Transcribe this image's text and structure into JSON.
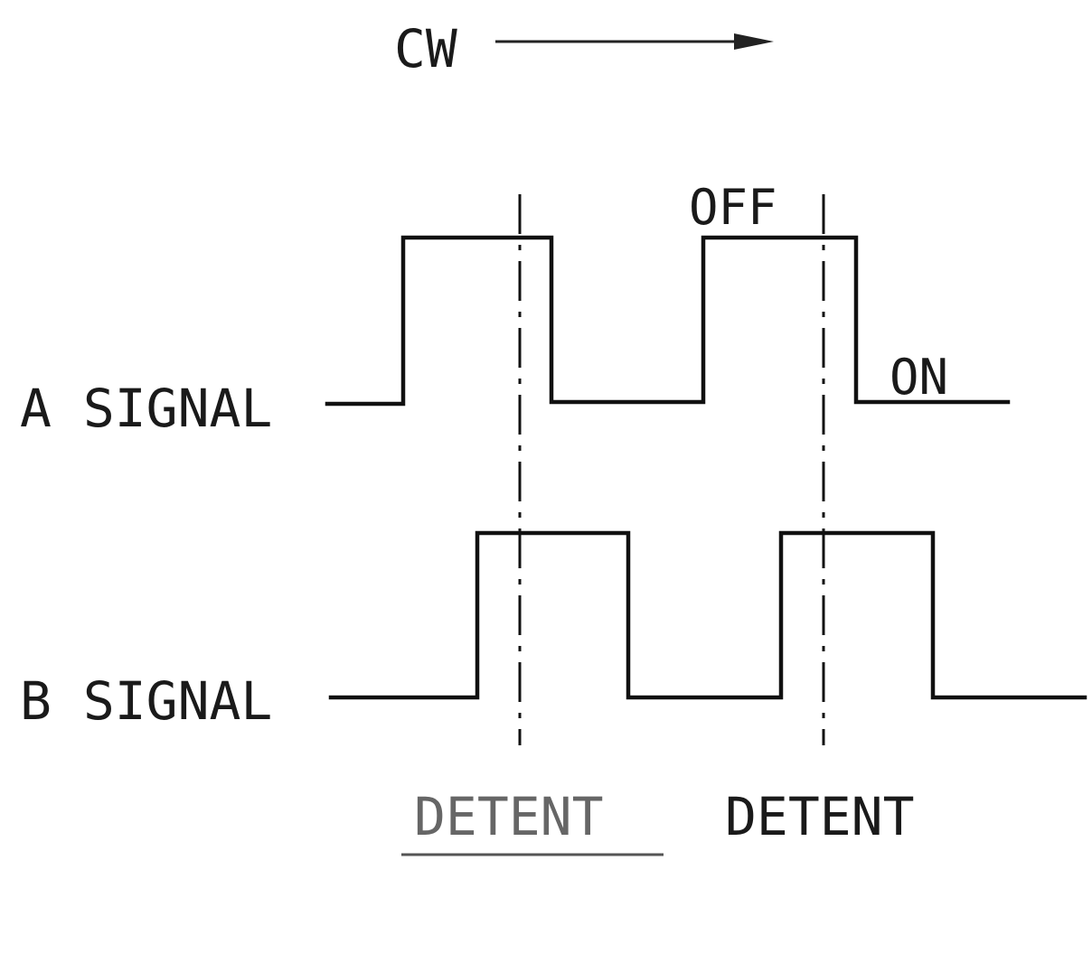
{
  "direction": {
    "label": "CW"
  },
  "signals": {
    "a": {
      "label": "A SIGNAL",
      "states": [
        "OFF",
        "ON"
      ]
    },
    "b": {
      "label": "B SIGNAL"
    }
  },
  "detents": [
    {
      "label": "DETENT"
    },
    {
      "label": "DETENT"
    }
  ]
}
